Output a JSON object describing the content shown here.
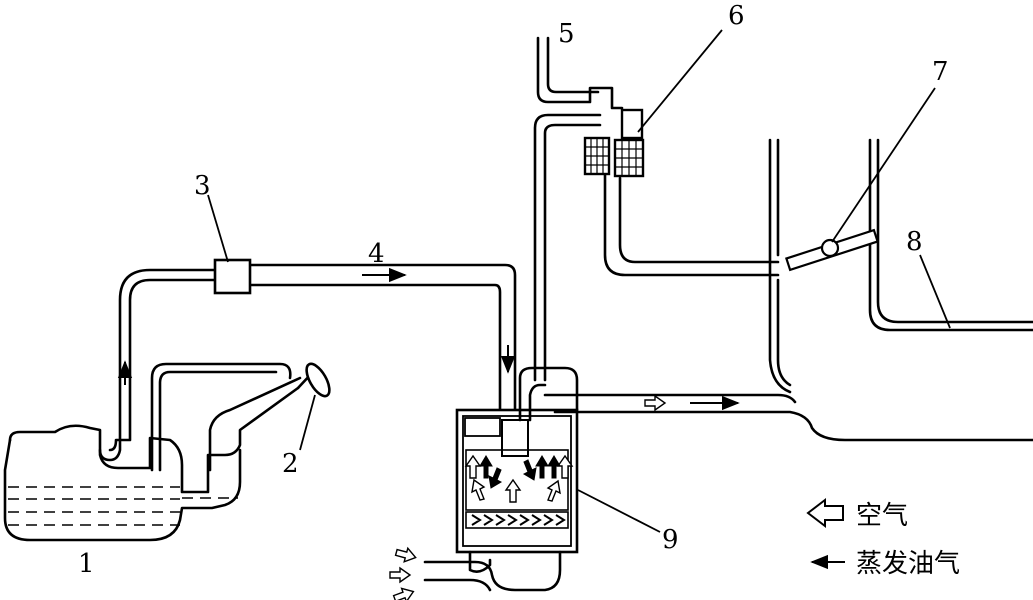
{
  "labels": {
    "n1": "1",
    "n2": "2",
    "n3": "3",
    "n4": "4",
    "n5": "5",
    "n6": "6",
    "n7": "7",
    "n8": "8",
    "n9": "9"
  },
  "legend": {
    "air": "空气",
    "vapor": "蒸发油气"
  }
}
